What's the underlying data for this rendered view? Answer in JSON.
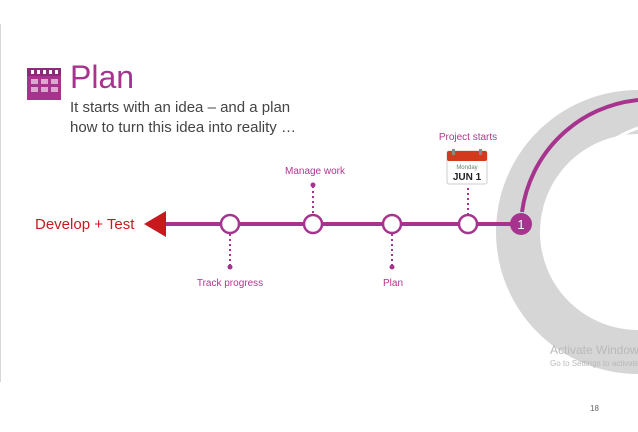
{
  "slide": {
    "title": "Plan",
    "subtitle_line1": "It starts with an idea – and a plan",
    "subtitle_line2": "how to turn this idea into reality …",
    "develop_label": "Develop + Test",
    "steps": {
      "manage": "Manage work",
      "track": "Track progress",
      "plan": "Plan",
      "project": "Project starts"
    },
    "calendar": {
      "day": "Monday",
      "date": "JUN 1"
    },
    "cycle_step_number": "1",
    "page_number": "18"
  },
  "watermark": {
    "line1": "Activate Windows",
    "line2": "Go to Settings to activate Windows."
  },
  "colors": {
    "accent": "#a6348f",
    "develop_red": "#c8191f",
    "cycle_gray": "#d6d6d6"
  },
  "icons": {
    "title_icon": "calendar-grid-icon",
    "calendar_badge": "calendar-page-icon"
  }
}
